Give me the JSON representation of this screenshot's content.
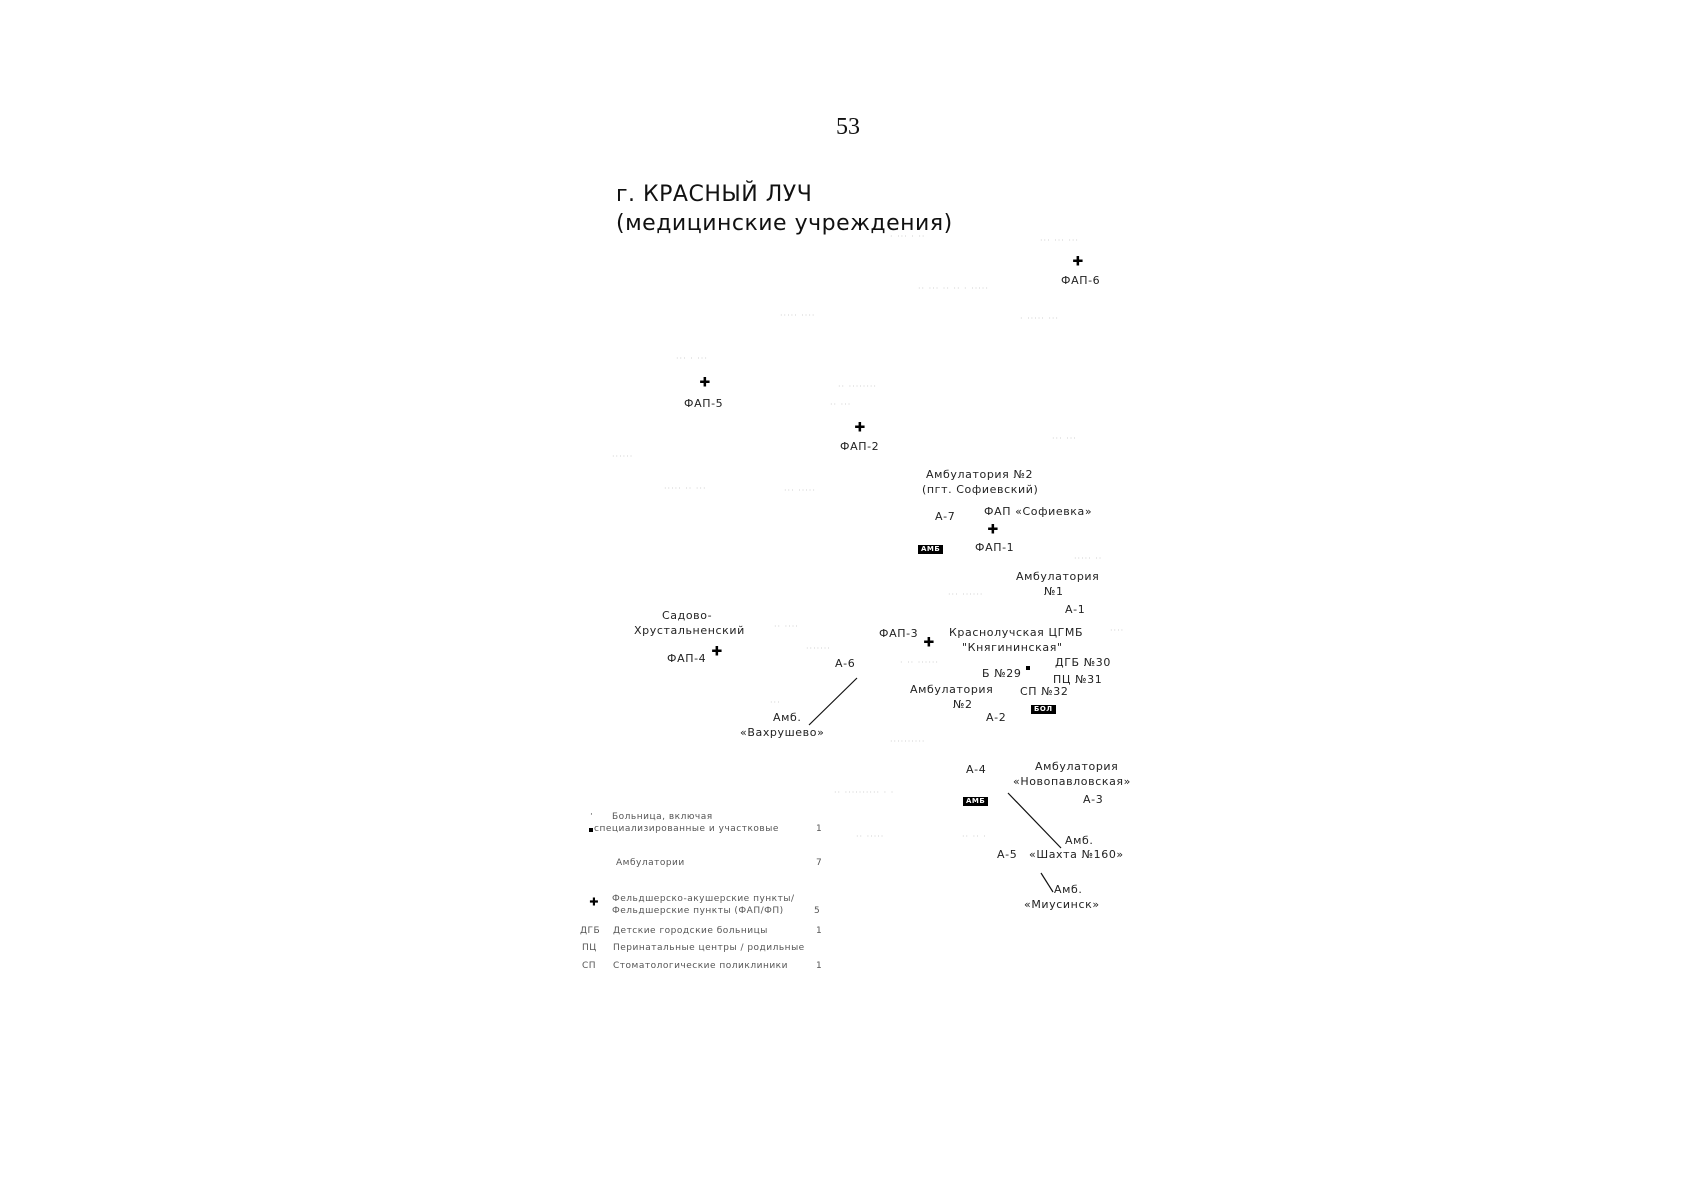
{
  "page_number": "53",
  "title": {
    "line1": "г. КРАСНЫЙ ЛУЧ",
    "line2": "(медицинские учреждения)"
  },
  "map_labels": {
    "fap6": "ФАП-6",
    "fap5": "ФАП-5",
    "fap2": "ФАП-2",
    "amb2_sof_line1": "Амбулатория №2",
    "amb2_sof_line2": "(пгт. Софиевский)",
    "a7": "А-7",
    "fap_sof": "ФАП «Софиевка»",
    "fap1": "ФАП-1",
    "amb1_line1": "Амбулатория",
    "amb1_line2": "№1",
    "a1": "А-1",
    "sadovo_line1": "Садово-",
    "sadovo_line2": "Хрустальненский",
    "fap4": "ФАП-4",
    "fap3": "ФАП-3",
    "gmb_line1": "Краснолучская ЦГМБ",
    "gmb_line2": "\"Княгининская\"",
    "a6": "А-6",
    "b29": "Б №29",
    "dgb30": "ДГБ №30",
    "pc31": "ПЦ №31",
    "sp32": "СП №32",
    "amb2_line1": "Амбулатория",
    "amb2_line2": "№2",
    "a2": "А-2",
    "vakh_line1": "Амб.",
    "vakh_line2": "«Вахрушево»",
    "a4": "А-4",
    "novo_line1": "Амбулатория",
    "novo_line2": "«Новопавловская»",
    "a3": "А-3",
    "shakhta_line1": "Амб.",
    "shakhta_line2": "«Шахта №160»",
    "a5": "А-5",
    "miusinsk_line1": "Амб.",
    "miusinsk_line2": "«Миусинск»"
  },
  "legend": {
    "hospital_line1": "Больница, включая",
    "hospital_line2": "специализированные и участковые",
    "hospital_count": "1",
    "amb": "Амбулатории",
    "amb_count": "7",
    "fap_line1": "Фельдшерско-акушерские пункты/",
    "fap_line2": "Фельдшерские пункты (ФАП/ФП)",
    "fap_count": "5",
    "dgb_abbr": "ДГБ",
    "dgb": "Детские городские больницы",
    "dgb_count": "1",
    "pc_abbr": "ПЦ",
    "pc": "Перинатальные центры / родильные",
    "sp_abbr": "СП",
    "sp": "Стоматологические поликлиники",
    "sp_count": "1"
  },
  "badges": {
    "amb_badge": "АМБ",
    "hosp_badge": "БОЛ",
    "a4_badge": "АМБ"
  },
  "icons": {
    "fap_marker": "cross-icon",
    "hospital_marker": "square-icon"
  }
}
